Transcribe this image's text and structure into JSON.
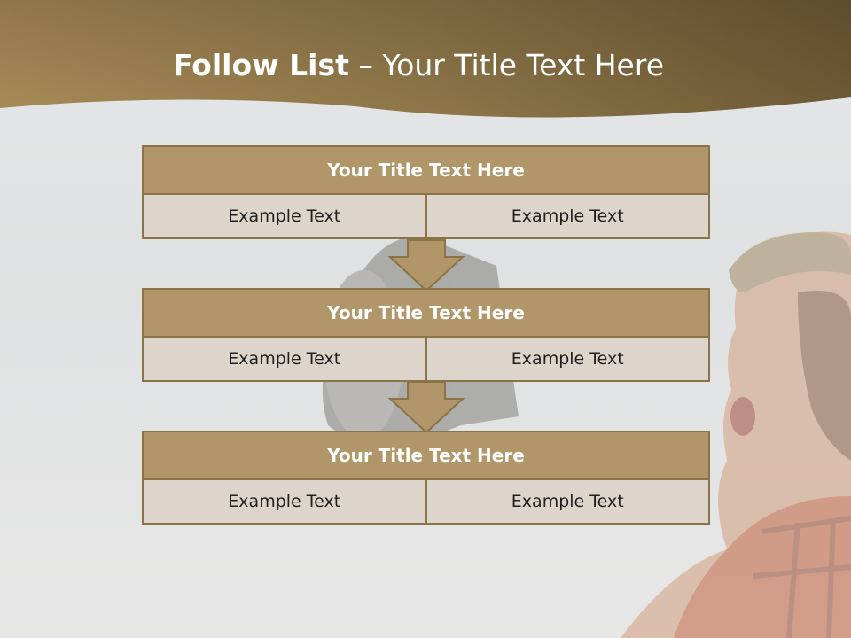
{
  "slide": {
    "title_bold": "Follow List",
    "title_rest": "– Your Title Text Here"
  },
  "steps": [
    {
      "title": "Your Title Text Here",
      "left": "Example Text",
      "right": "Example Text"
    },
    {
      "title": "Your Title Text Here",
      "left": "Example Text",
      "right": "Example Text"
    },
    {
      "title": "Your Title Text Here",
      "left": "Example Text",
      "right": "Example Text"
    }
  ],
  "colors": {
    "header_band": "#8b7548",
    "box_title": "#b09668",
    "box_cell": "#ddd5cb",
    "box_border": "#8a7346",
    "arrow_fill": "#b09668"
  }
}
